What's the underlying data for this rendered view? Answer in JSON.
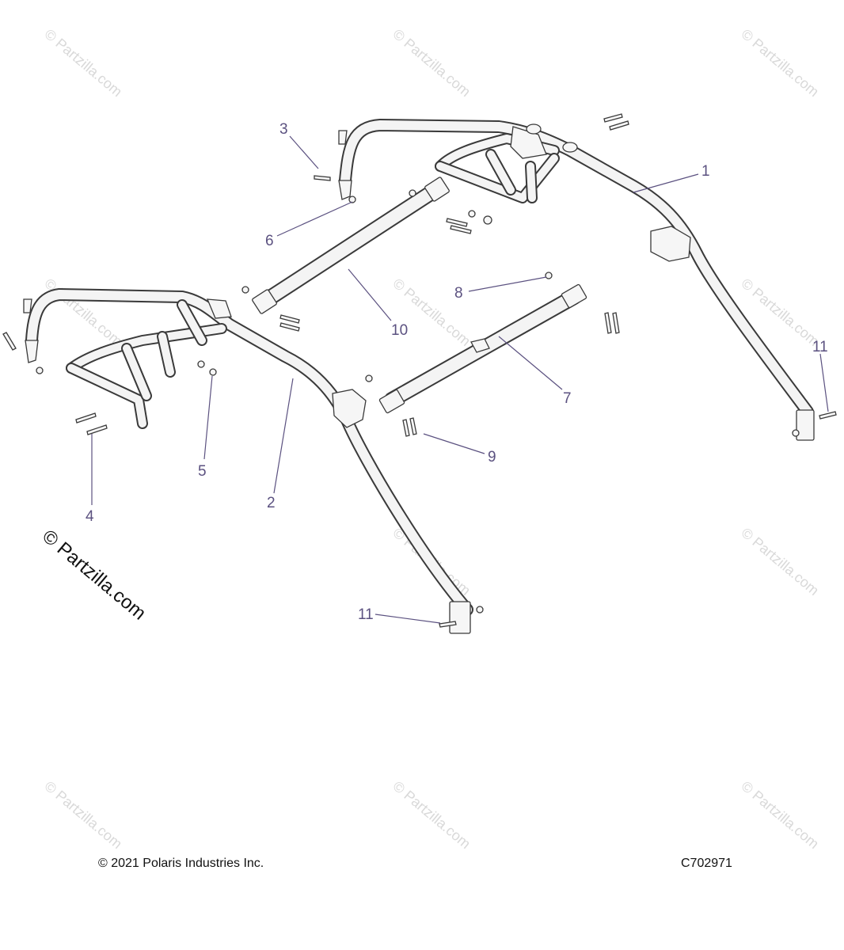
{
  "watermark": {
    "text": "© Partzilla.com",
    "large_text": "© Partzilla.com"
  },
  "callouts": [
    {
      "id": "1",
      "label": "1"
    },
    {
      "id": "2",
      "label": "2"
    },
    {
      "id": "3",
      "label": "3"
    },
    {
      "id": "4",
      "label": "4"
    },
    {
      "id": "5",
      "label": "5"
    },
    {
      "id": "6",
      "label": "6"
    },
    {
      "id": "7",
      "label": "7"
    },
    {
      "id": "8",
      "label": "8"
    },
    {
      "id": "9",
      "label": "9"
    },
    {
      "id": "10",
      "label": "10"
    },
    {
      "id": "11a",
      "label": "11"
    },
    {
      "id": "11b",
      "label": "11"
    }
  ],
  "footer": {
    "copyright": "© 2021 Polaris Industries Inc.",
    "diagram_code": "C702971"
  },
  "colors": {
    "callout": "#5b5180",
    "line": "#3a3a3a",
    "watermark": "#d9d9d9"
  }
}
